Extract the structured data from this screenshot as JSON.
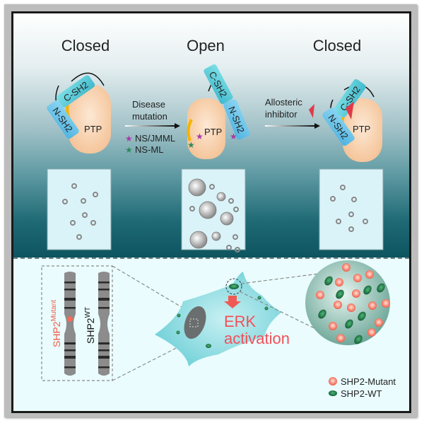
{
  "top_panel": {
    "states": [
      {
        "title": "Closed",
        "domains": [
          "C-SH2",
          "N-SH2",
          "PTP"
        ]
      },
      {
        "title": "Open",
        "domains": [
          "C-SH2",
          "N-SH2",
          "PTP"
        ]
      },
      {
        "title": "Closed",
        "domains": [
          "C-SH2",
          "N-SH2",
          "PTP"
        ]
      }
    ],
    "arrow1": {
      "line1": "Disease",
      "line2": "mutation"
    },
    "arrow2": {
      "line1": "Allosteric",
      "line2": "inhibitor"
    },
    "mutation_legend": [
      {
        "label": "NS/JMML",
        "color": "#a63aa8"
      },
      {
        "label": "NS-ML",
        "color": "#2e8a5c"
      }
    ]
  },
  "bottom_panel": {
    "chromosome_mutant": {
      "gene": "SHP2",
      "superscript": "Mutant"
    },
    "chromosome_wt": {
      "gene": "SHP2",
      "superscript": "WT"
    },
    "erk": {
      "line1": "ERK",
      "line2": "activation"
    },
    "legend": [
      {
        "label": "SHP2-Mutant",
        "color": "#f06050"
      },
      {
        "label": "SHP2-WT",
        "color": "#1e7a45"
      }
    ]
  },
  "colors": {
    "ptp": "#f7cfa6",
    "sh2": "#5fd3dd",
    "inhibitor": "#e03a4a",
    "erk_text": "#f0505a",
    "cell": "#7fd9df"
  }
}
